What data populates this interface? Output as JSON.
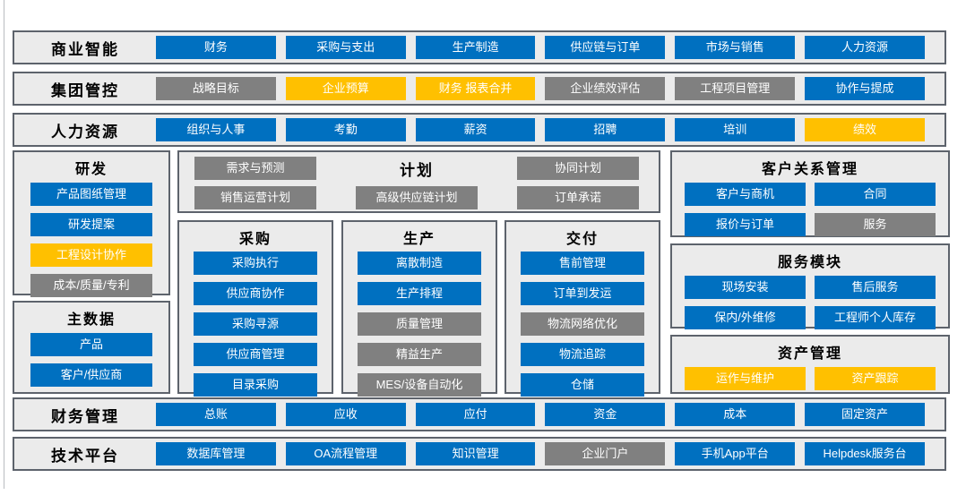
{
  "colors": {
    "blue": "#0070C0",
    "yellow": "#FFC000",
    "gray": "#808080",
    "band_bg": "#EBEBEB",
    "border": "#5D636C"
  },
  "top_bands": [
    {
      "label": "商业智能",
      "items": [
        {
          "t": "财务",
          "s": "blue"
        },
        {
          "t": "采购与支出",
          "s": "blue"
        },
        {
          "t": "生产制造",
          "s": "blue"
        },
        {
          "t": "供应链与订单",
          "s": "blue"
        },
        {
          "t": "市场与销售",
          "s": "blue"
        },
        {
          "t": "人力资源",
          "s": "blue"
        }
      ]
    },
    {
      "label": "集团管控",
      "items": [
        {
          "t": "战略目标",
          "s": "gray"
        },
        {
          "t": "企业预算",
          "s": "yellow"
        },
        {
          "t": "财务 报表合并",
          "s": "yellow"
        },
        {
          "t": "企业绩效评估",
          "s": "gray"
        },
        {
          "t": "工程项目管理",
          "s": "gray"
        },
        {
          "t": "协作与提成",
          "s": "blue"
        }
      ]
    },
    {
      "label": "人力资源",
      "items": [
        {
          "t": "组织与人事",
          "s": "blue"
        },
        {
          "t": "考勤",
          "s": "blue"
        },
        {
          "t": "薪资",
          "s": "blue"
        },
        {
          "t": "招聘",
          "s": "blue"
        },
        {
          "t": "培训",
          "s": "blue"
        },
        {
          "t": "绩效",
          "s": "yellow"
        }
      ]
    }
  ],
  "left_boxes": [
    {
      "title": "研发",
      "items": [
        {
          "t": "产品图纸管理",
          "s": "blue"
        },
        {
          "t": "研发提案",
          "s": "blue"
        },
        {
          "t": "工程设计协作",
          "s": "yellow"
        },
        {
          "t": "成本/质量/专利",
          "s": "gray"
        }
      ]
    },
    {
      "title": "主数据",
      "items": [
        {
          "t": "产品",
          "s": "blue"
        },
        {
          "t": "客户/供应商",
          "s": "blue"
        }
      ]
    }
  ],
  "plan_box": {
    "title": "计划",
    "row1": [
      {
        "t": "需求与预测",
        "s": "gray"
      },
      {
        "t": "协同计划",
        "s": "gray"
      }
    ],
    "row2": [
      {
        "t": "销售运营计划",
        "s": "gray"
      },
      {
        "t": "高级供应链计划",
        "s": "gray"
      },
      {
        "t": "订单承诺",
        "s": "gray"
      }
    ]
  },
  "process_columns": [
    {
      "title": "采购",
      "items": [
        {
          "t": "采购执行",
          "s": "blue"
        },
        {
          "t": "供应商协作",
          "s": "blue"
        },
        {
          "t": "采购寻源",
          "s": "blue"
        },
        {
          "t": "供应商管理",
          "s": "blue"
        },
        {
          "t": "目录采购",
          "s": "blue"
        }
      ]
    },
    {
      "title": "生产",
      "items": [
        {
          "t": "离散制造",
          "s": "blue"
        },
        {
          "t": "生产排程",
          "s": "blue"
        },
        {
          "t": "质量管理",
          "s": "gray"
        },
        {
          "t": "精益生产",
          "s": "gray"
        },
        {
          "t": "MES/设备自动化",
          "s": "gray"
        }
      ]
    },
    {
      "title": "交付",
      "items": [
        {
          "t": "售前管理",
          "s": "blue"
        },
        {
          "t": "订单到发运",
          "s": "blue"
        },
        {
          "t": "物流网络优化",
          "s": "gray"
        },
        {
          "t": "物流追踪",
          "s": "blue"
        },
        {
          "t": "仓储",
          "s": "blue"
        }
      ]
    }
  ],
  "right_boxes": [
    {
      "title": "客户关系管理",
      "items": [
        {
          "t": "客户与商机",
          "s": "blue"
        },
        {
          "t": "合同",
          "s": "blue"
        },
        {
          "t": "报价与订单",
          "s": "blue"
        },
        {
          "t": "服务",
          "s": "gray"
        }
      ]
    },
    {
      "title": "服务模块",
      "items": [
        {
          "t": "现场安装",
          "s": "blue"
        },
        {
          "t": "售后服务",
          "s": "blue"
        },
        {
          "t": "保内/外维修",
          "s": "blue"
        },
        {
          "t": "工程师个人库存",
          "s": "blue"
        }
      ]
    },
    {
      "title": "资产管理",
      "items": [
        {
          "t": "运作与维护",
          "s": "yellow"
        },
        {
          "t": "资产跟踪",
          "s": "yellow"
        }
      ]
    }
  ],
  "bottom_bands": [
    {
      "label": "财务管理",
      "items": [
        {
          "t": "总账",
          "s": "blue"
        },
        {
          "t": "应收",
          "s": "blue"
        },
        {
          "t": "应付",
          "s": "blue"
        },
        {
          "t": "资金",
          "s": "blue"
        },
        {
          "t": "成本",
          "s": "blue"
        },
        {
          "t": "固定资产",
          "s": "blue"
        }
      ]
    },
    {
      "label": "技术平台",
      "items": [
        {
          "t": "数据库管理",
          "s": "blue"
        },
        {
          "t": "OA流程管理",
          "s": "blue"
        },
        {
          "t": "知识管理",
          "s": "blue"
        },
        {
          "t": "企业门户",
          "s": "gray"
        },
        {
          "t": "手机App平台",
          "s": "blue"
        },
        {
          "t": "Helpdesk服务台",
          "s": "blue"
        }
      ]
    }
  ]
}
